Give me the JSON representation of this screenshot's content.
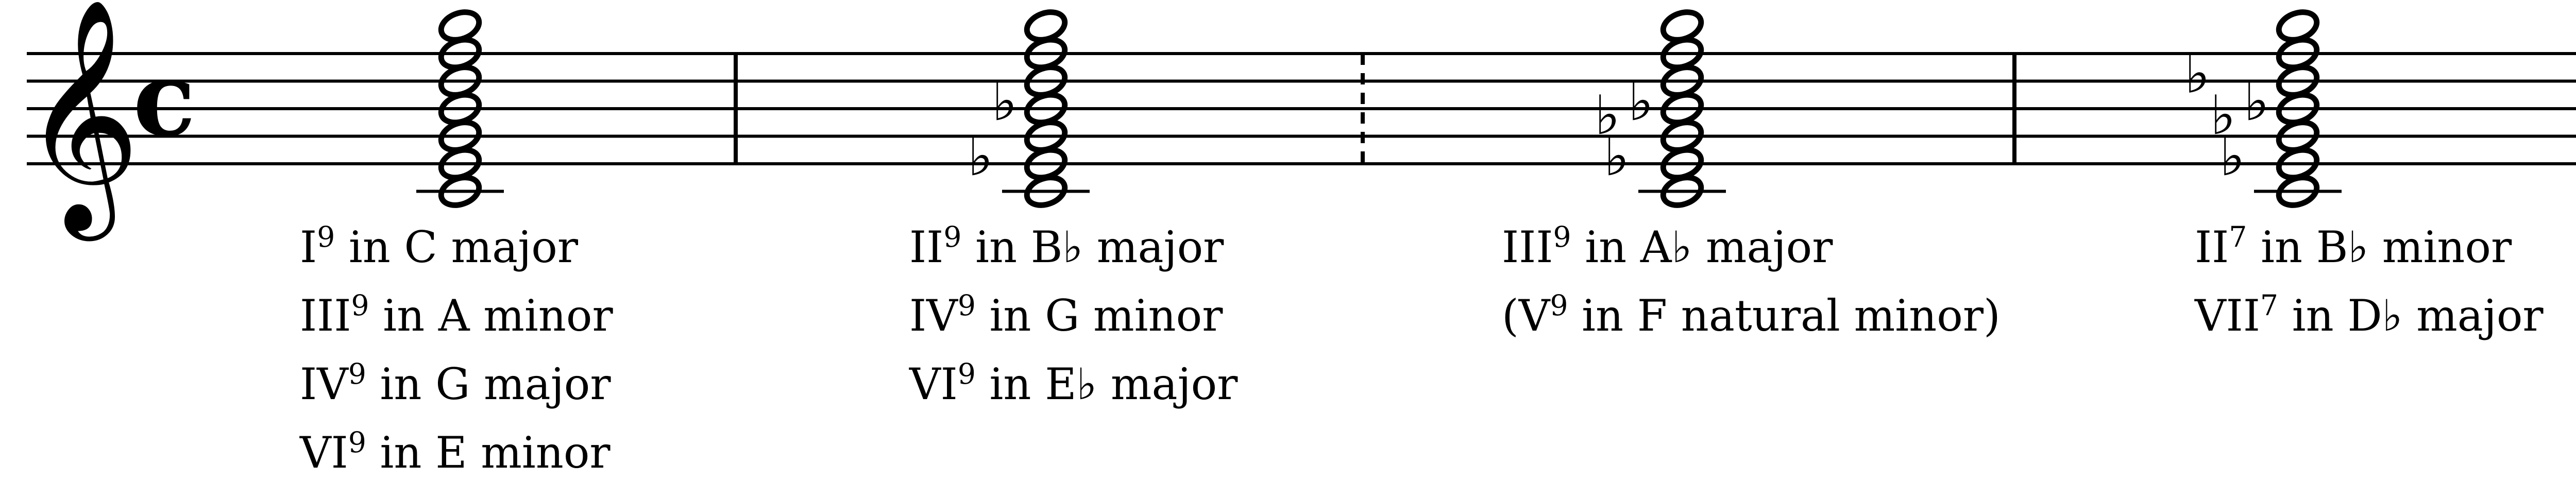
{
  "title": "",
  "time_signature": "c",
  "clef": "treble",
  "ink_color": "#000000",
  "measures": [
    {
      "chord_notes": [
        "C4",
        "E4",
        "G4",
        "B4",
        "D5",
        "F5",
        "A5"
      ],
      "accidentals": [],
      "labels": [
        {
          "numeral": "I",
          "ext": "9",
          "rest": " in C major"
        },
        {
          "numeral": "III",
          "ext": "9",
          "rest": " in A minor"
        },
        {
          "numeral": "IV",
          "ext": "9",
          "rest": " in G major"
        },
        {
          "numeral": "VI",
          "ext": "9",
          "rest": " in E minor"
        }
      ]
    },
    {
      "chord_notes": [
        "C4",
        "E4",
        "G4",
        "B4",
        "D5",
        "F5",
        "A5"
      ],
      "accidentals": [
        "Eb",
        "Bb"
      ],
      "labels": [
        {
          "numeral": "II",
          "ext": "9",
          "rest": " in B♭ major"
        },
        {
          "numeral": "IV",
          "ext": "9",
          "rest": " in G minor"
        },
        {
          "numeral": "VI",
          "ext": "9",
          "rest": " in E♭ major"
        }
      ]
    },
    {
      "chord_notes": [
        "C4",
        "E4",
        "G4",
        "B4",
        "D5",
        "F5",
        "A5"
      ],
      "accidentals": [
        "Eb",
        "Bb",
        "Ab"
      ],
      "labels": [
        {
          "numeral": "III",
          "ext": "9",
          "rest": " in A♭ major"
        },
        {
          "numeral": "(V",
          "ext": "9",
          "rest": " in F natural minor)"
        }
      ]
    },
    {
      "chord_notes": [
        "C4",
        "E4",
        "G4",
        "B4",
        "D5",
        "F5",
        "A5"
      ],
      "accidentals": [
        "Eb",
        "Bb",
        "Ab",
        "Db"
      ],
      "labels": [
        {
          "numeral": "II",
          "ext": "7",
          "rest": " in B♭ minor"
        },
        {
          "numeral": "VII",
          "ext": "7",
          "rest": " in D♭ major"
        }
      ]
    }
  ]
}
